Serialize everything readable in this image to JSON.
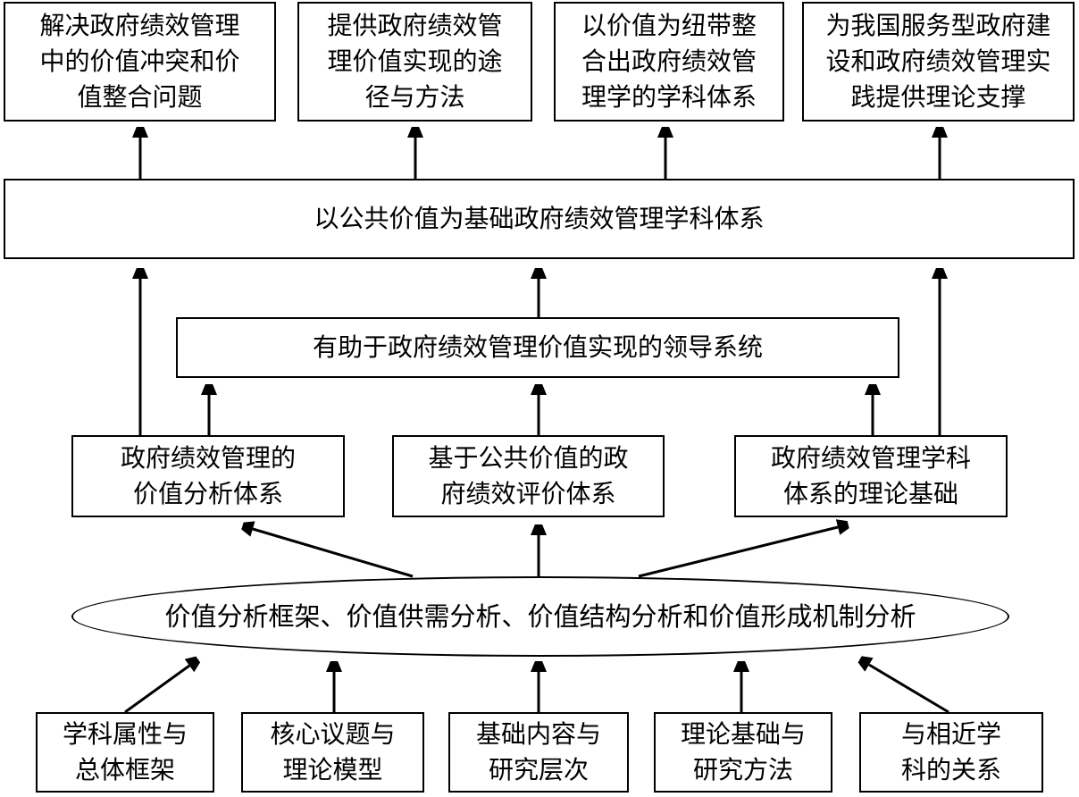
{
  "goals": [
    {
      "line1": "解决政府绩效管理",
      "line2": "中的价值冲突和价",
      "line3": "值整合问题"
    },
    {
      "line1": "提供政府绩效管",
      "line2": "理价值实现的途",
      "line3": "径与方法"
    },
    {
      "line1": "以价值为纽带整",
      "line2": "合出政府绩效管",
      "line3": "理学的学科体系"
    },
    {
      "line1": "为我国服务型政府建",
      "line2": "设和政府绩效管理实",
      "line3": "践提供理论支撑"
    }
  ],
  "discipline_system": "以公共价值为基础政府绩效管理学科体系",
  "leadership_system": "有助于政府绩效管理价值实现的领导系统",
  "middle_systems": [
    {
      "line1": "政府绩效管理的",
      "line2": "价值分析体系"
    },
    {
      "line1": "基于公共价值的政",
      "line2": "府绩效评价体系"
    },
    {
      "line1": "政府绩效管理学科",
      "line2": "体系的理论基础"
    }
  ],
  "value_analysis": "价值分析框架、价值供需分析、价值结构分析和价值形成机制分析",
  "foundations": [
    {
      "line1": "学科属性与",
      "line2": "总体框架"
    },
    {
      "line1": "核心议题与",
      "line2": "理论模型"
    },
    {
      "line1": "基础内容与",
      "line2": "研究层次"
    },
    {
      "line1": "理论基础与",
      "line2": "研究方法"
    },
    {
      "line1": "与相近学",
      "line2": "科的关系"
    }
  ]
}
